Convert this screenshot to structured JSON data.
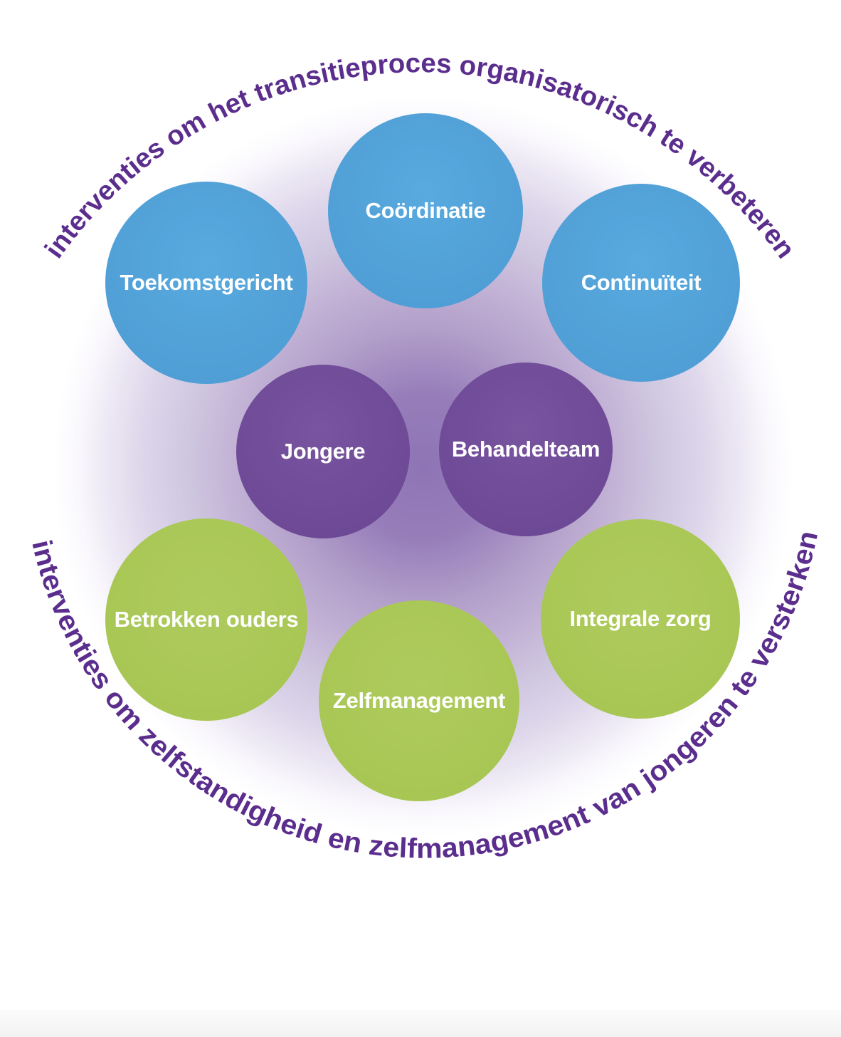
{
  "diagram": {
    "top_arc_text": "interventies om het transitieproces organisatorisch te verbeteren",
    "bottom_arc_text": "interventies om zelfstandigheid en zelfmanagement van jongeren te versterken",
    "circles": [
      {
        "label": "Coördinatie",
        "group": "blue"
      },
      {
        "label": "Toekomstgericht",
        "group": "blue"
      },
      {
        "label": "Continuïteit",
        "group": "blue"
      },
      {
        "label": "Jongere",
        "group": "purple"
      },
      {
        "label": "Behandelteam",
        "group": "purple"
      },
      {
        "label": "Betrokken ouders",
        "group": "green"
      },
      {
        "label": "Zelfmanagement",
        "group": "green"
      },
      {
        "label": "Integrale zorg",
        "group": "green"
      }
    ],
    "colors": {
      "blue_circle": "#54a5da",
      "purple_circle": "#6f4b98",
      "green_circle": "#a9c755",
      "arc_text": "#5b2e8d",
      "glow_center": "#8e74b4",
      "label_text": "#ffffff",
      "background": "#ffffff"
    }
  }
}
